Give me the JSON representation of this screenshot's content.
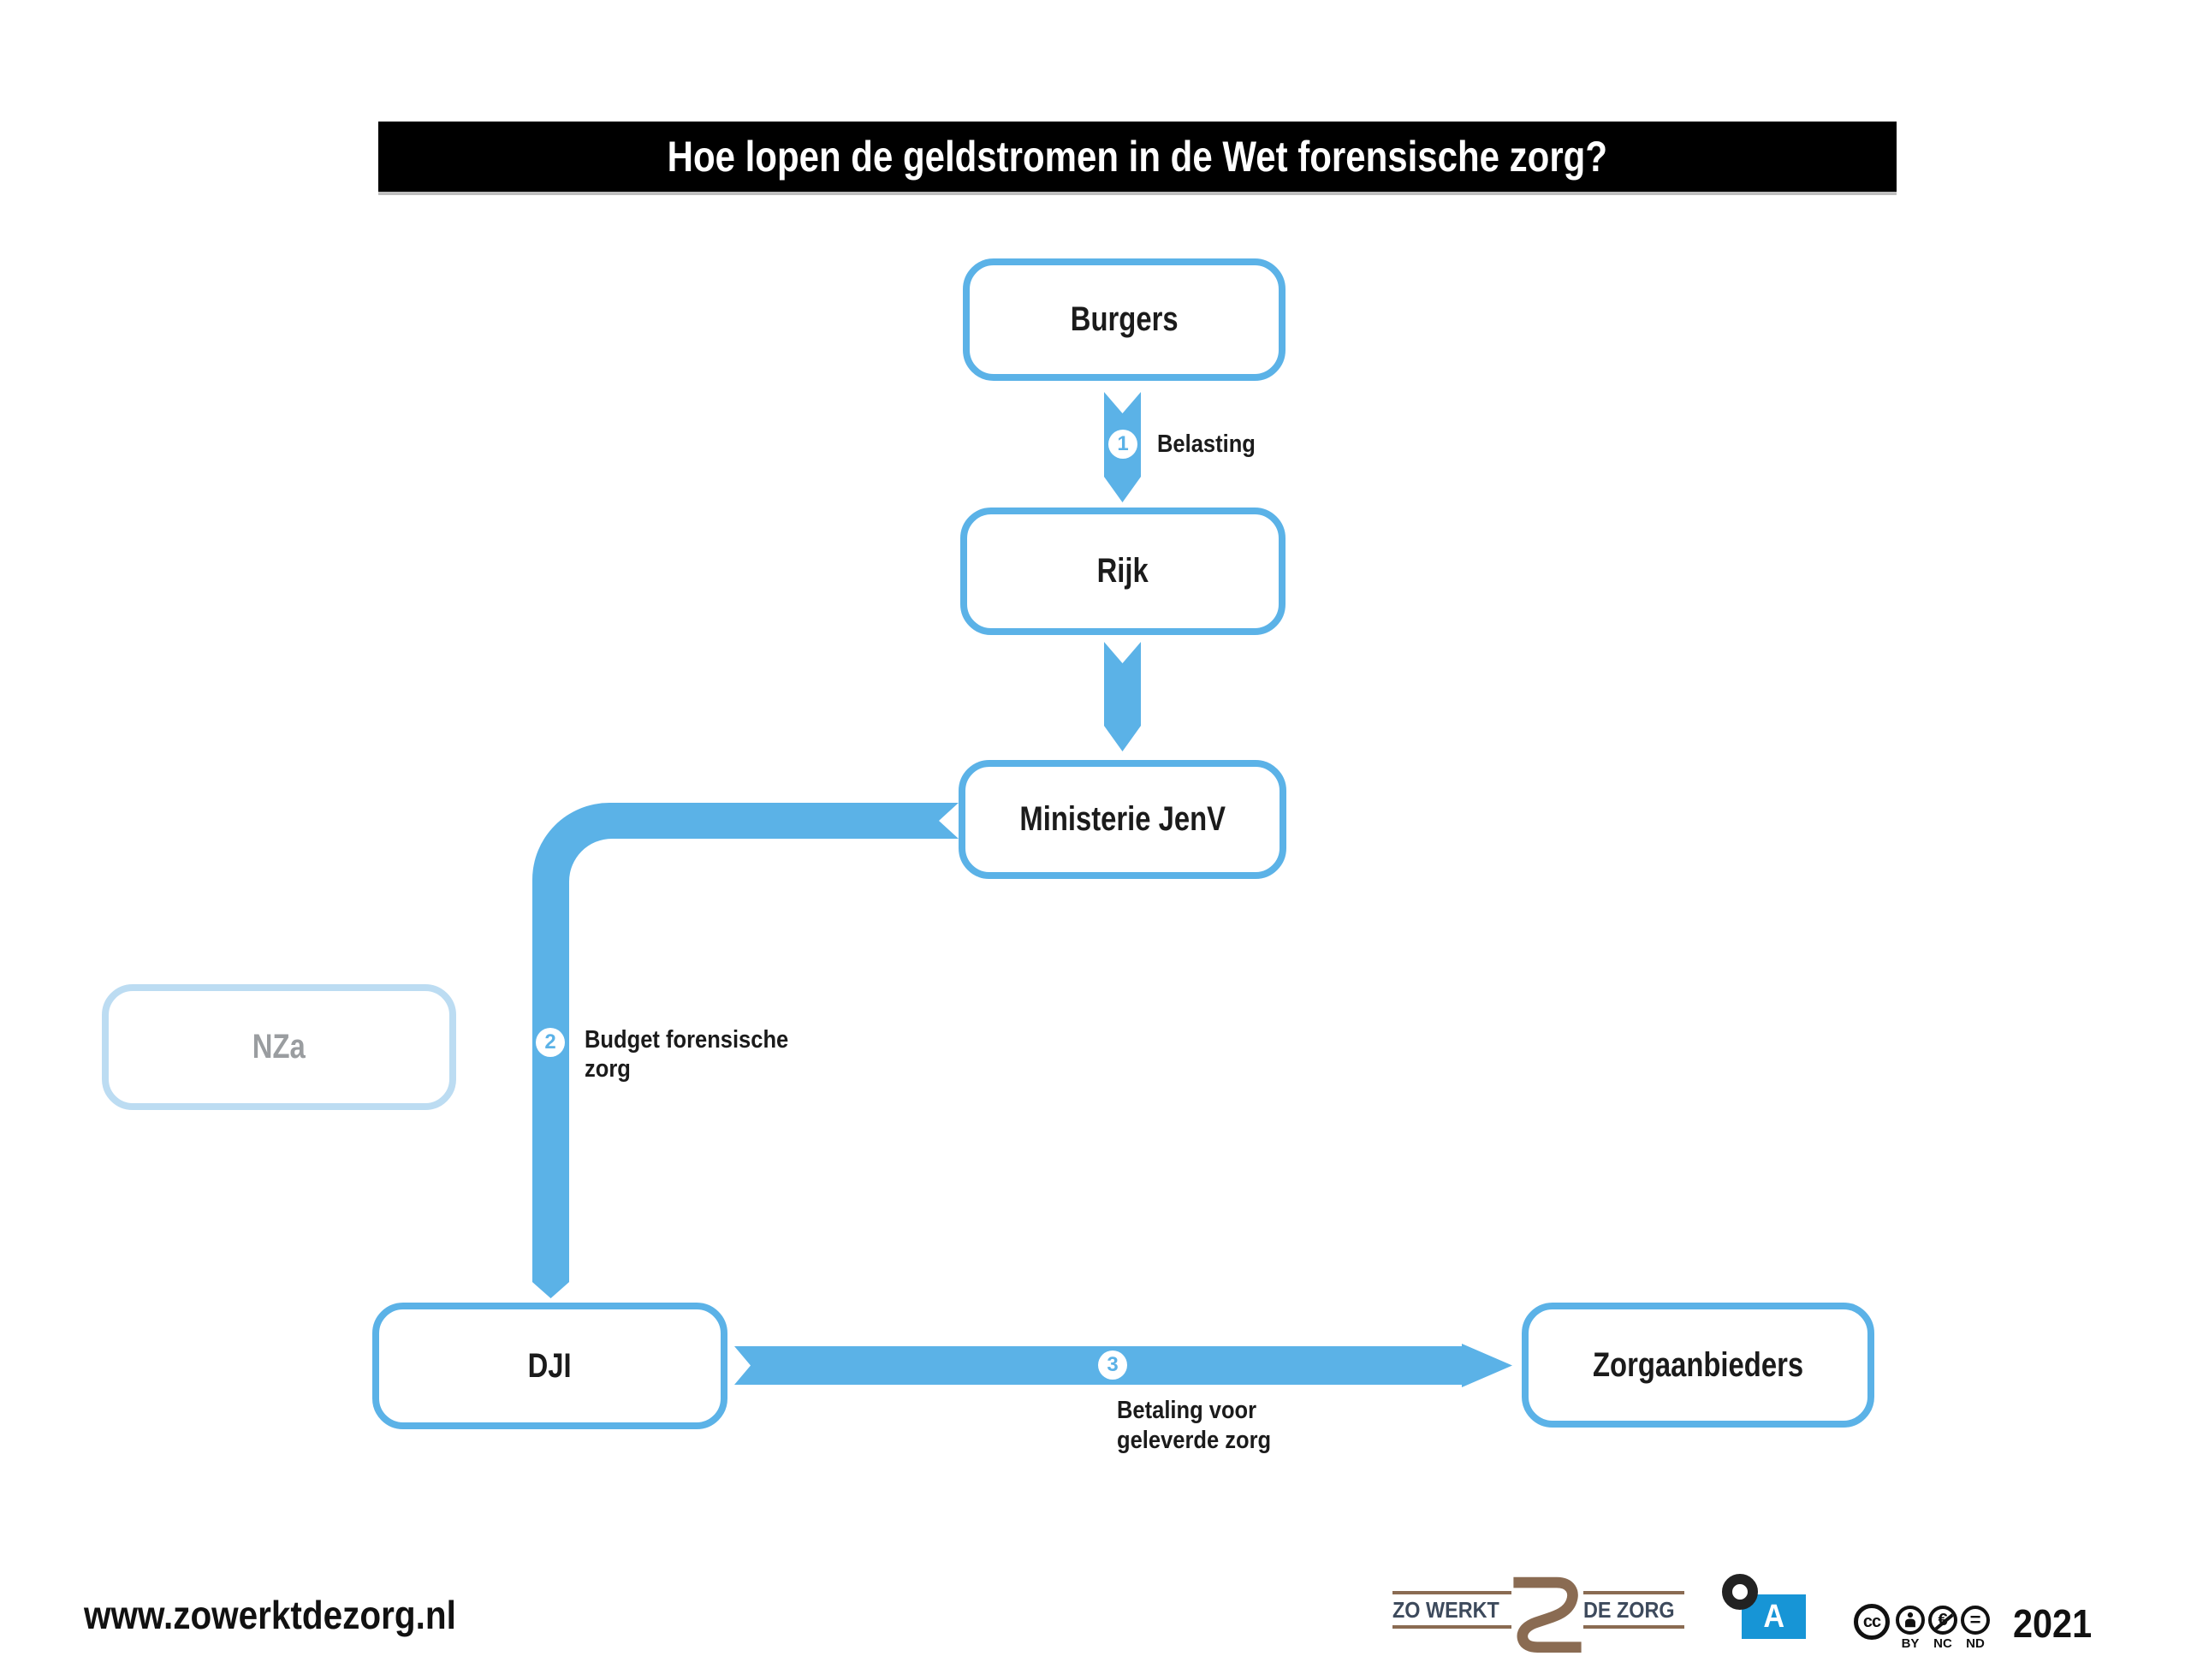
{
  "title": "Hoe lopen de geldstromen in de Wet forensische zorg?",
  "nodes": [
    {
      "label": "Burgers"
    },
    {
      "label": "Rijk"
    },
    {
      "label": "Ministerie JenV"
    },
    {
      "label": "NZa",
      "muted": true
    },
    {
      "label": "DJI"
    },
    {
      "label": "Zorgaanbieders"
    }
  ],
  "flows": [
    {
      "number": "1",
      "label": "Belasting",
      "from": "Burgers",
      "to": "Rijk"
    },
    {
      "number": "",
      "label": "",
      "from": "Rijk",
      "to": "Ministerie JenV"
    },
    {
      "number": "2",
      "label": "Budget forensische\nzorg",
      "from": "Ministerie JenV",
      "to": "DJI"
    },
    {
      "number": "3",
      "label": "Betaling voor\ngeleverde zorg",
      "from": "DJI",
      "to": "Zorgaanbieders"
    }
  ],
  "footer": {
    "website": "www.zowerktdezorg.nl",
    "year": "2021",
    "logo": {
      "left": "ZO WERKT",
      "right": "DE ZORG"
    },
    "publisher_letter": "A",
    "license": {
      "cc": "cc",
      "by": "BY",
      "nc": "NC",
      "nd": "ND"
    }
  },
  "colors": {
    "flow_blue": "#5bb2e7",
    "muted_border": "#bcdcf2",
    "muted_text": "#9a9da0",
    "title_bg": "#000000",
    "title_text": "#ffffff",
    "logo_brown": "#8a6b52",
    "logo_navy": "#3d4a5c",
    "publisher_blue": "#1795d6"
  }
}
